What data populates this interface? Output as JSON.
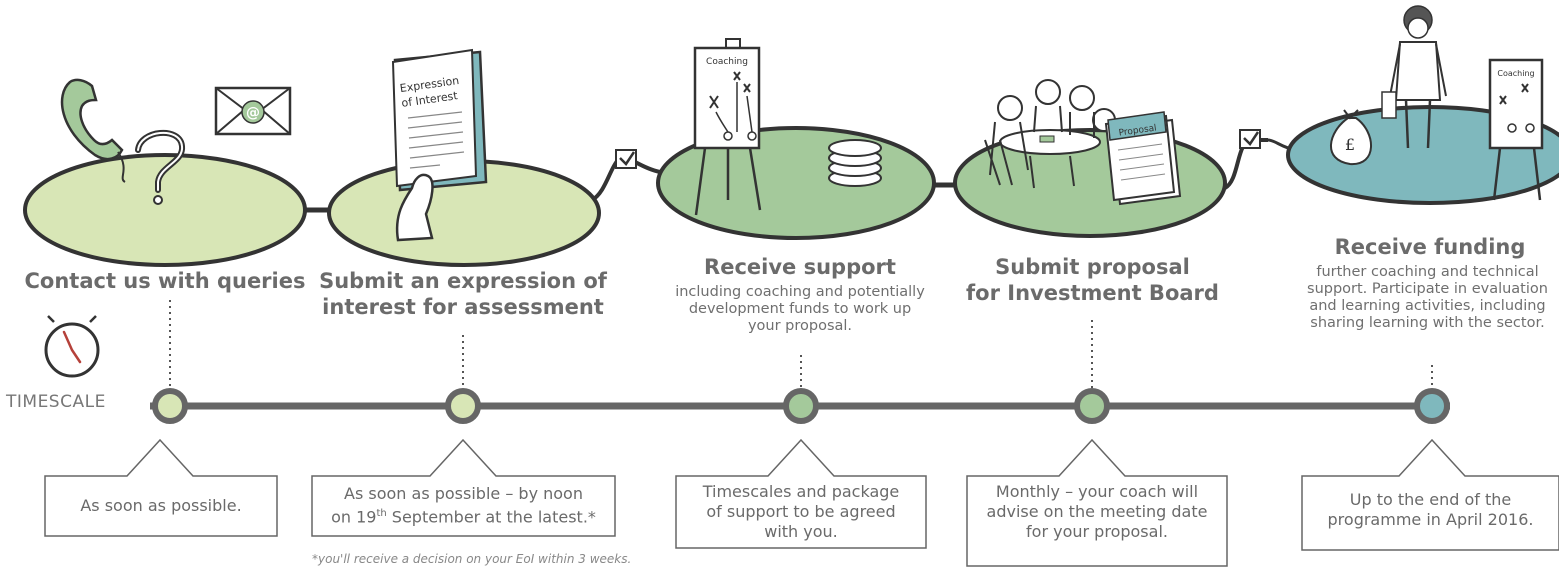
{
  "timeline_label": "TIMESCALE",
  "footnote": "*you'll receive a decision on your EoI within 3 weeks.",
  "art": {
    "eoi_paper_title_1": "Expression",
    "eoi_paper_title_2": "of Interest",
    "coaching_board_1": "Coaching",
    "coaching_board_2": "Coaching",
    "proposal_doc": "Proposal"
  },
  "colors": {
    "light_green": "#d8e6b6",
    "mid_green": "#a4c99b",
    "teal": "#7fb8bd",
    "line": "#666666"
  },
  "steps": [
    {
      "title": "Contact us with queries",
      "description": "",
      "timescale": "As soon as possible."
    },
    {
      "title_1": "Submit an expression of",
      "title_2": "interest for assessment",
      "description": "",
      "timescale_1": "As soon as possible – by noon",
      "timescale_2_pre": "on 19",
      "timescale_2_sup": "th",
      "timescale_2_post": " September at the latest.*"
    },
    {
      "title": "Receive support",
      "description_1": "including coaching and potentially",
      "description_2": "development funds to work up",
      "description_3": "your proposal.",
      "timescale_1": "Timescales and package",
      "timescale_2": "of support to be agreed",
      "timescale_3": "with you."
    },
    {
      "title_1": "Submit proposal",
      "title_2": "for Investment Board",
      "timescale_1": "Monthly – your coach will",
      "timescale_2": "advise on the meeting date",
      "timescale_3": "for your proposal."
    },
    {
      "title": "Receive funding",
      "description_1": "further coaching and technical",
      "description_2": "support. Participate in evaluation",
      "description_3": "and learning activities, including",
      "description_4": "sharing learning with the sector.",
      "timescale_1": "Up to the end of the",
      "timescale_2": "programme in April 2016."
    }
  ]
}
